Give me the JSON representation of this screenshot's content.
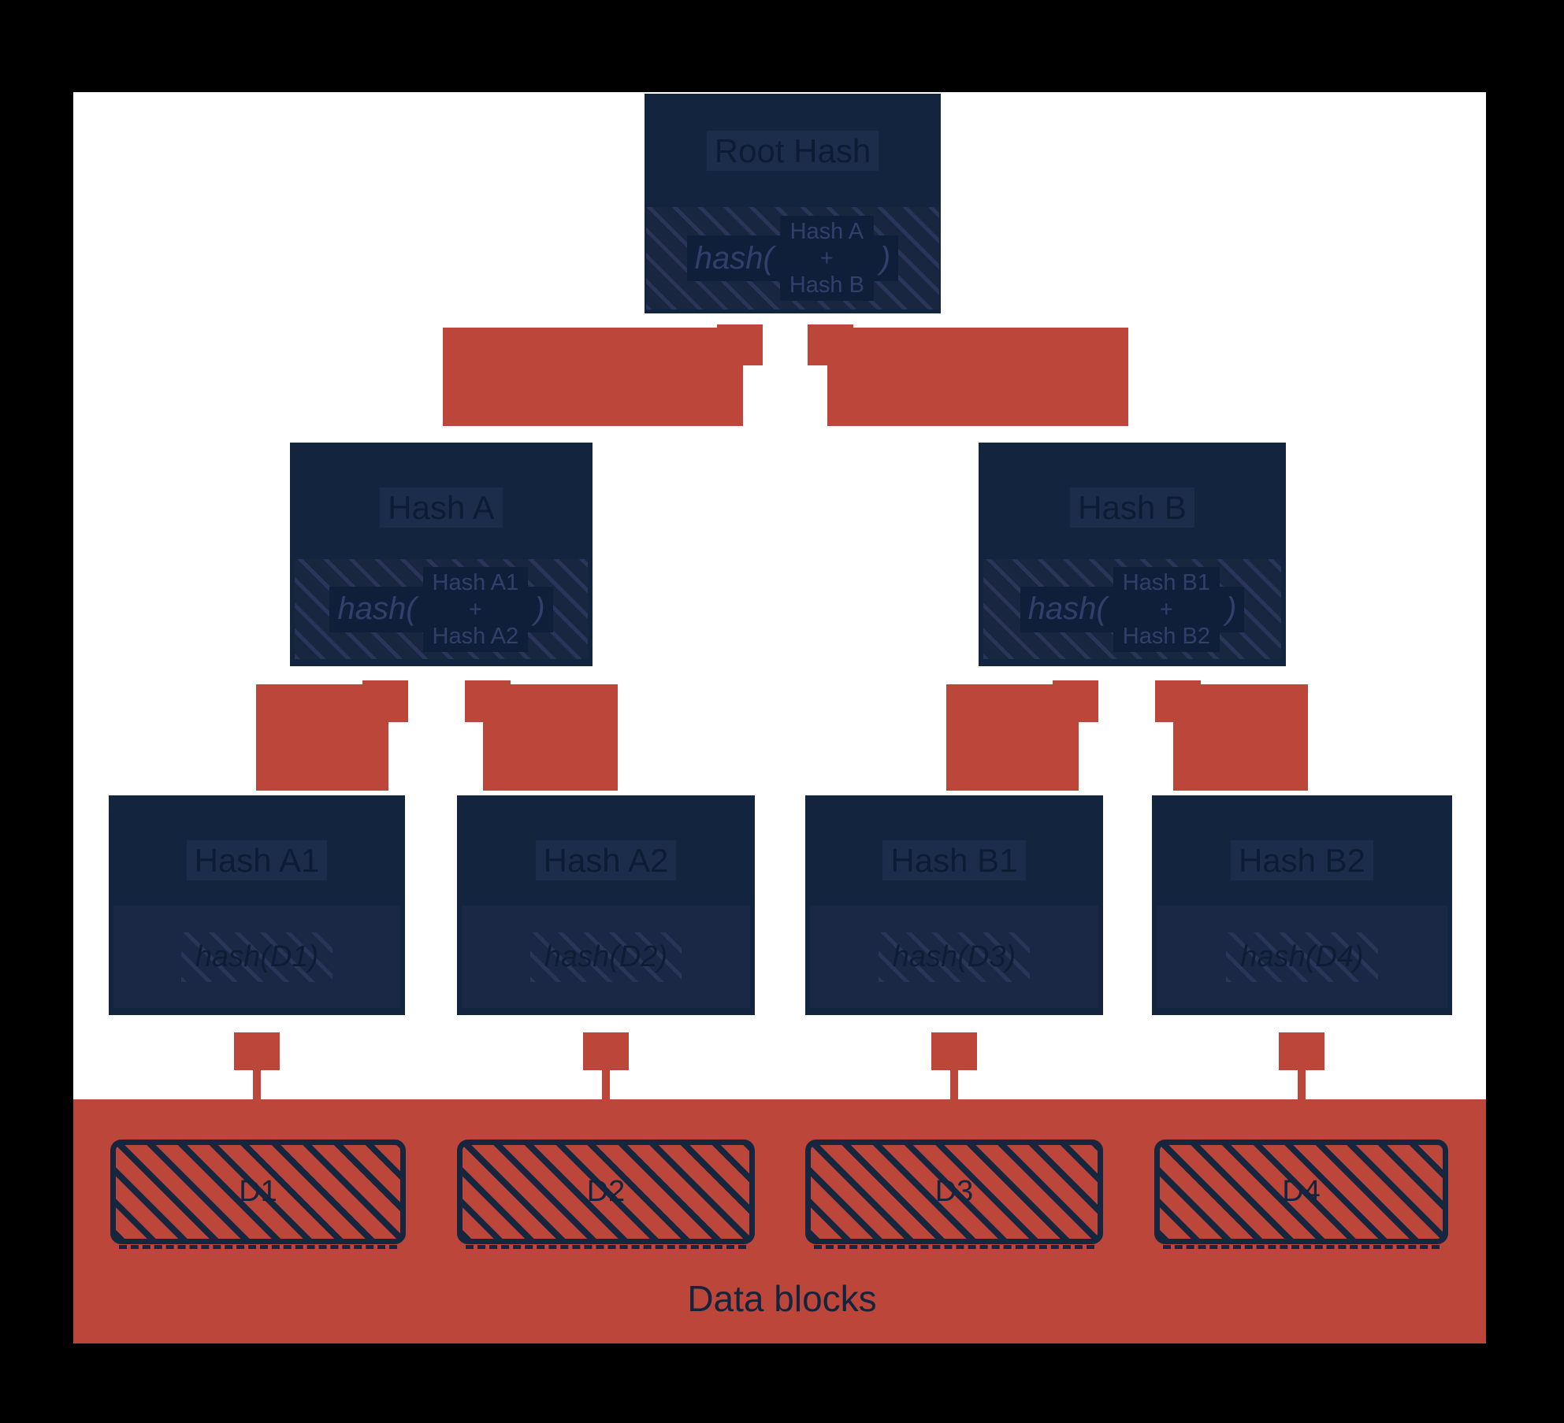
{
  "colors": {
    "background_frame": "#000000",
    "canvas": "#ffffff",
    "node_navy": "#12243e",
    "panel_navy": "#1a2845",
    "accent_orange": "#bc4639",
    "text_navy": "#0e1d36"
  },
  "root": {
    "title": "Root Hash",
    "fx_open": "hash(",
    "fx_top": "Hash A",
    "fx_plus": "+",
    "fx_bottom": "Hash B",
    "fx_close": ")"
  },
  "hash_a": {
    "title": "Hash A",
    "fx_open": "hash(",
    "fx_top": "Hash A1",
    "fx_plus": "+",
    "fx_bottom": "Hash A2",
    "fx_close": ")"
  },
  "hash_b": {
    "title": "Hash B",
    "fx_open": "hash(",
    "fx_top": "Hash B1",
    "fx_plus": "+",
    "fx_bottom": "Hash B2",
    "fx_close": ")"
  },
  "leaves": [
    {
      "title": "Hash A1",
      "formula": "hash(D1)"
    },
    {
      "title": "Hash A2",
      "formula": "hash(D2)"
    },
    {
      "title": "Hash B1",
      "formula": "hash(D3)"
    },
    {
      "title": "Hash B2",
      "formula": "hash(D4)"
    }
  ],
  "data_band": {
    "label": "Data blocks",
    "blocks": [
      {
        "label": "D1"
      },
      {
        "label": "D2"
      },
      {
        "label": "D3"
      },
      {
        "label": "D4"
      }
    ]
  }
}
